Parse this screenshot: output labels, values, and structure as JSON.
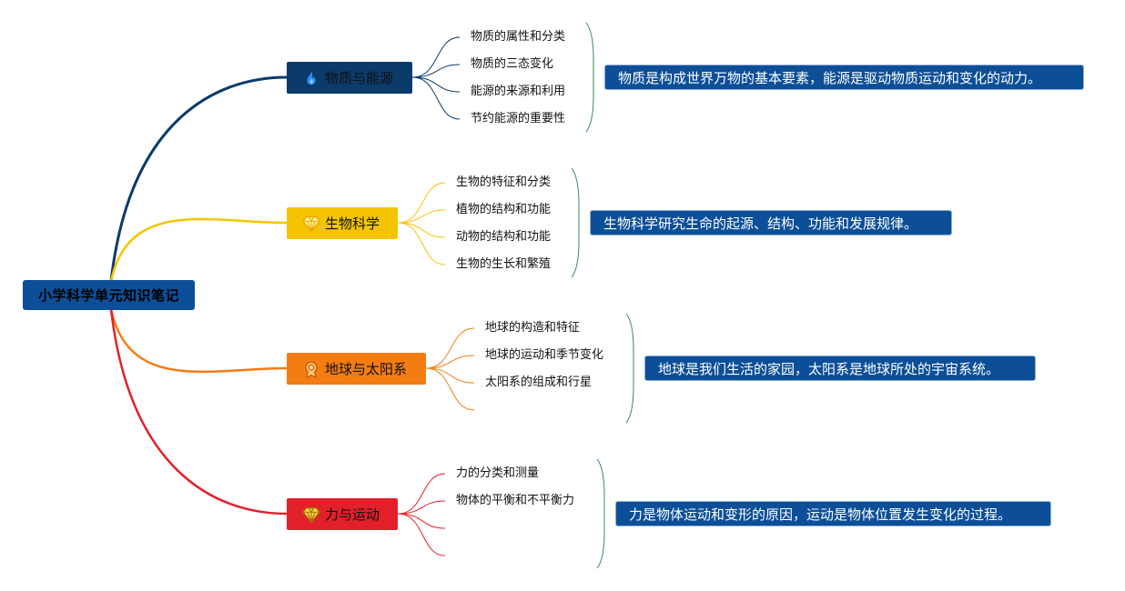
{
  "root": {
    "label": "小学科学单元知识笔记"
  },
  "colors": {
    "root": "#0c4f98",
    "branch1": "#0b3b6b",
    "branch2": "#f5c400",
    "branch3": "#f37c13",
    "branch4": "#e2202a",
    "bracket": "#3a8a5e",
    "summary": "#0c4f98"
  },
  "branches": [
    {
      "label": "物质与能源",
      "icon": "flame-icon",
      "leaves": [
        "物质的属性和分类",
        "物质的三态变化",
        "能源的来源和利用",
        "节约能源的重要性"
      ],
      "summary": "物质是构成世界万物的基本要素，能源是驱动物质运动和变化的动力。"
    },
    {
      "label": "生物科学",
      "icon": "diamond-icon",
      "leaves": [
        "生物的特征和分类",
        "植物的结构和功能",
        "动物的结构和功能",
        "生物的生长和繁殖"
      ],
      "summary": "生物科学研究生命的起源、结构、功能和发展规律。"
    },
    {
      "label": "地球与太阳系",
      "icon": "medal-icon",
      "leaves": [
        "地球的构造和特征",
        "地球的运动和季节变化",
        "太阳系的组成和行星",
        ""
      ],
      "summary": "地球是我们生活的家园，太阳系是地球所处的宇宙系统。"
    },
    {
      "label": "力与运动",
      "icon": "diamond-icon",
      "leaves": [
        "力的分类和测量",
        "物体的平衡和不平衡力",
        "",
        ""
      ],
      "summary": "力是物体运动和变形的原因，运动是物体位置发生变化的过程。"
    }
  ]
}
